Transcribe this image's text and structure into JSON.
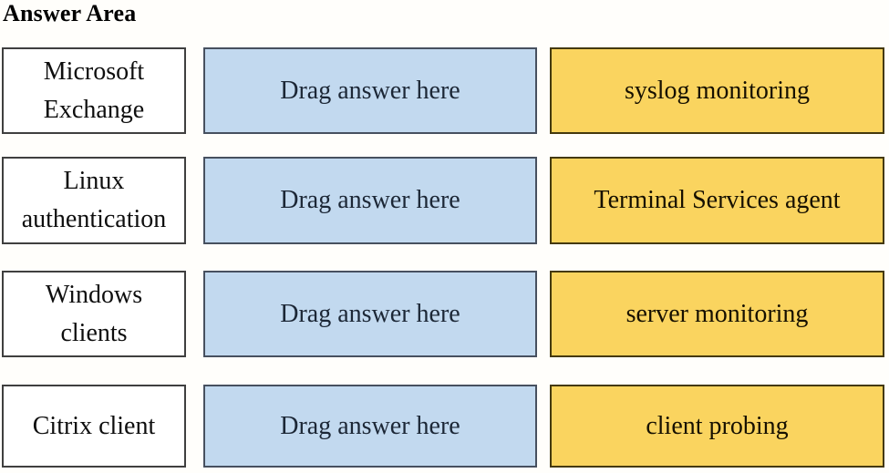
{
  "title": "Answer Area",
  "colors": {
    "page_background": "#fffefb",
    "source_box_fill": "#ffffff",
    "source_box_border": "#3f3f3f",
    "drop_zone_fill": "#c2d9ef",
    "drop_zone_border": "#47505f",
    "answer_fill": "#fad45f",
    "answer_border": "#44390d",
    "text_color": "#000000"
  },
  "rows": [
    {
      "source": "Microsoft Exchange",
      "drop_placeholder": "Drag answer here",
      "answer": "syslog monitoring"
    },
    {
      "source": "Linux authentication",
      "drop_placeholder": "Drag answer here",
      "answer": "Terminal Services agent"
    },
    {
      "source": "Windows clients",
      "drop_placeholder": "Drag answer here",
      "answer": "server monitoring"
    },
    {
      "source": "Citrix client",
      "drop_placeholder": "Drag answer here",
      "answer": "client probing"
    }
  ]
}
